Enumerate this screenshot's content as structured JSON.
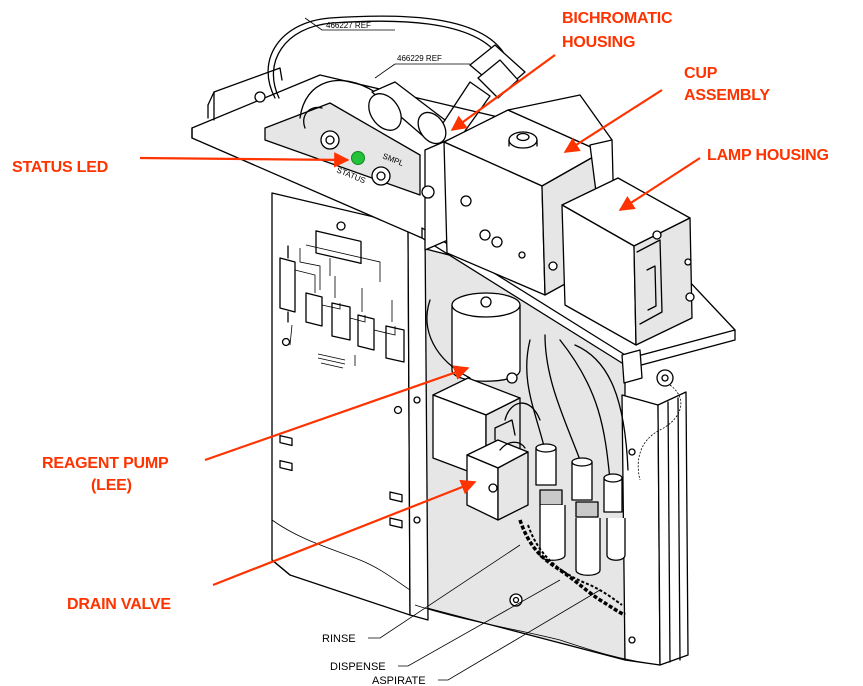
{
  "labels": {
    "bichromatic_housing_1": "BICHROMATIC",
    "bichromatic_housing_2": "HOUSING",
    "cup_assembly_1": "CUP",
    "cup_assembly_2": "ASSEMBLY",
    "lamp_housing": "LAMP HOUSING",
    "status_led": "STATUS LED",
    "reagent_pump_1": "REAGENT PUMP",
    "reagent_pump_2": "(LEE)",
    "drain_valve": "DRAIN VALVE",
    "rinse": "RINSE",
    "dispense": "DISPENSE",
    "aspirate": "ASPIRATE"
  },
  "refs": {
    "ref_1": "466227 REF",
    "ref_2": "466229 REF"
  },
  "panel_marks": {
    "status": "STATUS",
    "smpl": "SMPL"
  },
  "colors": {
    "callout": "#ff3300",
    "status_led": "#22c23a"
  }
}
